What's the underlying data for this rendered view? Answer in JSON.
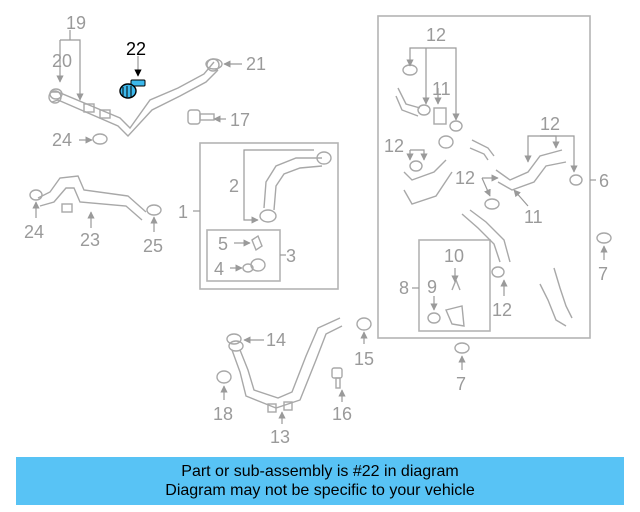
{
  "diagram": {
    "highlighted_part": "22",
    "callouts": [
      "1",
      "2",
      "3",
      "4",
      "5",
      "6",
      "7",
      "7",
      "8",
      "9",
      "10",
      "11",
      "11",
      "12",
      "12",
      "12",
      "12",
      "12",
      "13",
      "14",
      "15",
      "16",
      "17",
      "18",
      "19",
      "20",
      "21",
      "22",
      "23",
      "24",
      "24",
      "25"
    ],
    "colors": {
      "line": "#a8a8a8",
      "label": "#9a9a9a",
      "highlight_part": "#3bb8ec",
      "banner": "#58c3f5"
    }
  },
  "banner": {
    "line1": "Part or sub-assembly is #22 in diagram",
    "line2": "Diagram may not be specific to your vehicle"
  }
}
